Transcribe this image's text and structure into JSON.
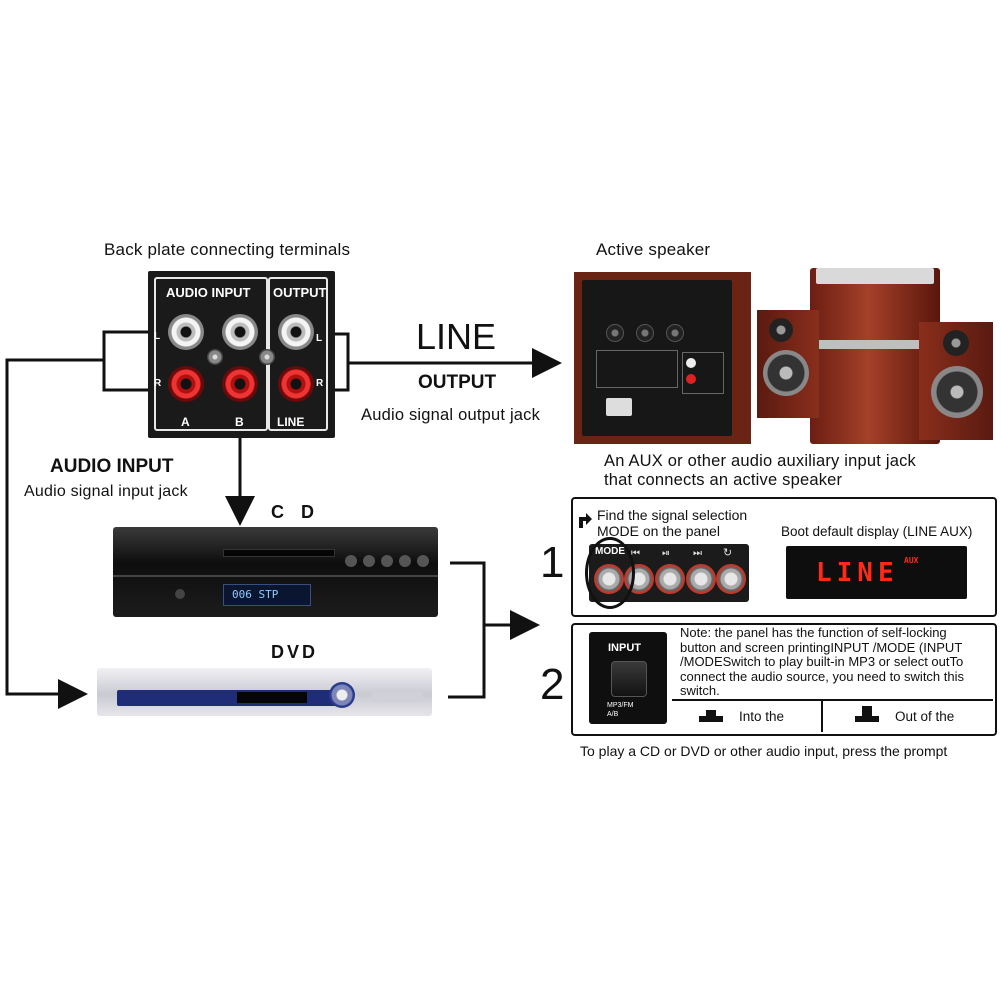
{
  "back_plate": {
    "caption": "Back plate connecting terminals",
    "audio_input_header": "AUDIO INPUT",
    "output_header": "OUTPUT",
    "label_a": "A",
    "label_b": "B",
    "label_line": "LINE",
    "label_l_left": "L",
    "label_r_left": "R",
    "label_l_right": "L",
    "label_r_right": "R"
  },
  "line_output": {
    "line": "LINE",
    "output": "OUTPUT",
    "desc": "Audio signal output jack"
  },
  "audio_input": {
    "title": "AUDIO INPUT",
    "desc": "Audio signal input jack"
  },
  "speaker": {
    "caption": "Active speaker",
    "desc_line1": "An AUX or other audio auxiliary input jack",
    "desc_line2": "that connects an active speaker"
  },
  "devices": {
    "cd_label": "C D",
    "dvd_label": "DVD",
    "cd_display": "006 STP"
  },
  "step1": {
    "number": "1",
    "instruction_line1": "Find the signal selection",
    "instruction_line2": "MODE on the panel",
    "mode_label": "MODE",
    "display_caption": "Boot default display (LINE AUX)",
    "display_text": "LINE",
    "display_aux": "AUX"
  },
  "step2": {
    "number": "2",
    "input_label": "INPUT",
    "sub1": "MP3/FM",
    "sub2": "A/B",
    "note": "Note: the panel has the function of self-locking button and screen printingINPUT /MODE (INPUT /MODESwitch to play built-in MP3 or select outTo connect the audio source, you need to switch this switch.",
    "into": "Into the",
    "out": "Out of the"
  },
  "footer": "To play a CD or DVD or other audio input, press the prompt"
}
